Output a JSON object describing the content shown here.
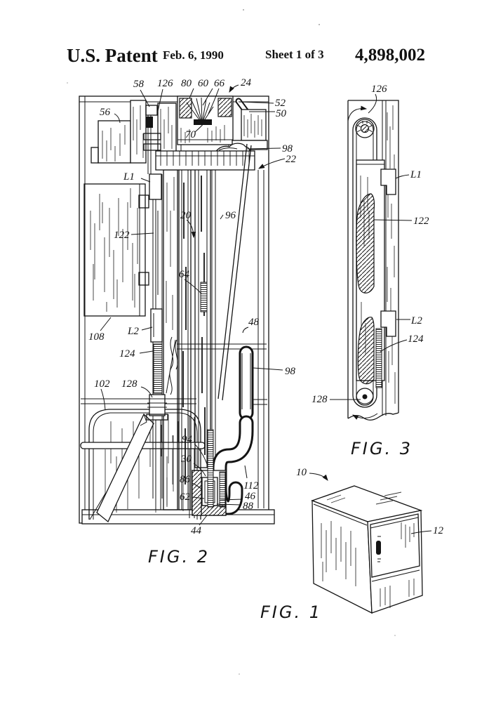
{
  "page": {
    "background": "#ffffff",
    "ink": "#141414"
  },
  "header": {
    "title": "U.S. Patent",
    "date": "Feb. 6, 1990",
    "sheet": "Sheet 1 of 3",
    "patent_number": "4,898,002"
  },
  "figures": {
    "fig1": {
      "caption": "FIG. 1",
      "labels": {
        "n10": "10",
        "n12": "12"
      }
    },
    "fig2": {
      "caption": "FIG. 2",
      "labels": {
        "n20": "20",
        "n22": "22",
        "n24": "24",
        "n30": "30",
        "n44": "44",
        "n46": "46",
        "n48": "48",
        "n50": "50",
        "n52": "52",
        "n56": "56",
        "n58": "58",
        "n60": "60",
        "n62": "62",
        "n64": "64",
        "n66": "66",
        "n70": "70",
        "n80": "80",
        "n86": "86",
        "n88": "88",
        "n94": "94",
        "n96": "96",
        "n98": "98",
        "n102": "102",
        "n108": "108",
        "n112": "112",
        "n122": "122",
        "n124": "124",
        "n126": "126",
        "n128": "128",
        "nL1": "L1",
        "nL2": "L2"
      }
    },
    "fig3": {
      "caption": "FIG. 3",
      "labels": {
        "n122": "122",
        "n124": "124",
        "n126": "126",
        "n128": "128",
        "nL1": "L1",
        "nL2": "L2"
      }
    }
  }
}
